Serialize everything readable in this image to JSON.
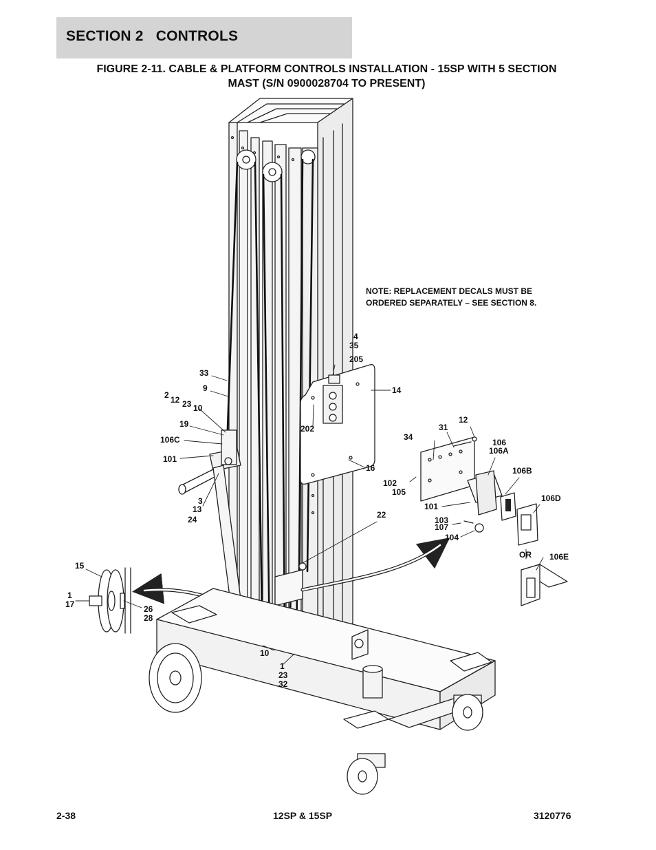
{
  "header": {
    "section": "SECTION 2   CONTROLS",
    "figure_title_line1": "FIGURE 2-11. CABLE & PLATFORM CONTROLS INSTALLATION - 15SP WITH 5 SECTION",
    "figure_title_line2": "MAST (S/N 0900028704 TO PRESENT)"
  },
  "note": {
    "line1": "NOTE:  REPLACEMENT DECALS MUST BE",
    "line2": "ORDERED SEPARATELY – SEE SECTION 8."
  },
  "callouts": [
    {
      "id": "c-4",
      "text": "4"
    },
    {
      "id": "c-35",
      "text": "35"
    },
    {
      "id": "c-205",
      "text": "205"
    },
    {
      "id": "c-14",
      "text": "14"
    },
    {
      "id": "c-33",
      "text": "33"
    },
    {
      "id": "c-9",
      "text": "9"
    },
    {
      "id": "c-2",
      "text": "2"
    },
    {
      "id": "c-12a",
      "text": "12"
    },
    {
      "id": "c-23a",
      "text": "23"
    },
    {
      "id": "c-10a",
      "text": "10"
    },
    {
      "id": "c-19",
      "text": "19"
    },
    {
      "id": "c-106C",
      "text": "106C"
    },
    {
      "id": "c-101a",
      "text": "101"
    },
    {
      "id": "c-202",
      "text": "202"
    },
    {
      "id": "c-16",
      "text": "16"
    },
    {
      "id": "c-3",
      "text": "3"
    },
    {
      "id": "c-13",
      "text": "13"
    },
    {
      "id": "c-24",
      "text": "24"
    },
    {
      "id": "c-12b",
      "text": "12"
    },
    {
      "id": "c-31",
      "text": "31"
    },
    {
      "id": "c-34",
      "text": "34"
    },
    {
      "id": "c-106",
      "text": "106"
    },
    {
      "id": "c-106A",
      "text": "106A"
    },
    {
      "id": "c-106B",
      "text": "106B"
    },
    {
      "id": "c-102",
      "text": "102"
    },
    {
      "id": "c-105",
      "text": "105"
    },
    {
      "id": "c-101b",
      "text": "101"
    },
    {
      "id": "c-106D",
      "text": "106D"
    },
    {
      "id": "c-103",
      "text": "103"
    },
    {
      "id": "c-107",
      "text": "107"
    },
    {
      "id": "c-104",
      "text": "104"
    },
    {
      "id": "c-22",
      "text": "22"
    },
    {
      "id": "c-or",
      "text": "OR"
    },
    {
      "id": "c-106E",
      "text": "106E"
    },
    {
      "id": "c-15",
      "text": "15"
    },
    {
      "id": "c-1a",
      "text": "1"
    },
    {
      "id": "c-17",
      "text": "17"
    },
    {
      "id": "c-26",
      "text": "26"
    },
    {
      "id": "c-28",
      "text": "28"
    },
    {
      "id": "c-10b",
      "text": "10"
    },
    {
      "id": "c-1b",
      "text": "1"
    },
    {
      "id": "c-23b",
      "text": "23"
    },
    {
      "id": "c-32",
      "text": "32"
    }
  ],
  "footer": {
    "page": "2-38",
    "model": "12SP & 15SP",
    "doc_number": "3120776"
  }
}
